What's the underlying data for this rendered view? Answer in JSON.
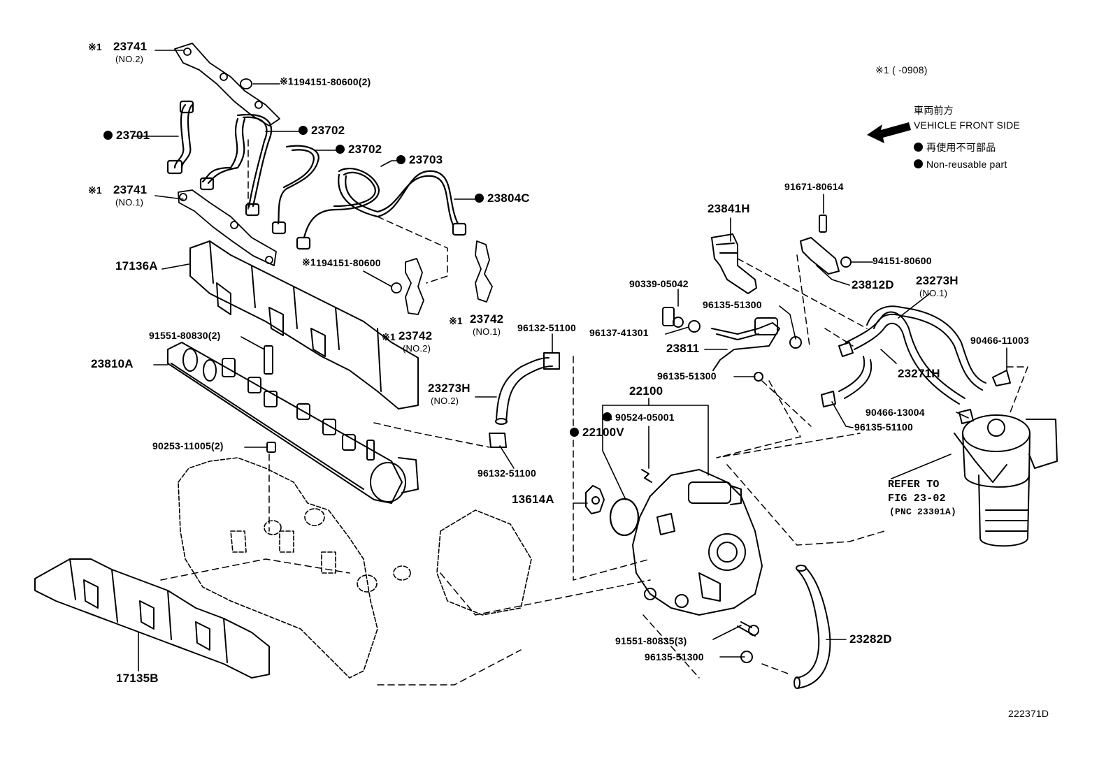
{
  "note": {
    "mark": "※1",
    "range": "( -0908)",
    "direction_jp": "車両前方",
    "direction_en": "VEHICLE FRONT SIDE",
    "nonreusable_jp": "再使用不可部品",
    "nonreusable_en": "Non-reusable part"
  },
  "refer": {
    "line1": "REFER TO",
    "line2": "FIG 23-02",
    "line3": "(PNC 23301A)"
  },
  "figure_id": "222371D",
  "labels": {
    "p23741_no2": "23741",
    "p23741_no2_sub": "(NO.2)",
    "p23741_no2_mark": "※1",
    "p194151_a": "194151-80600(2)",
    "p194151_a_mark": "※1",
    "p23701": "23701",
    "p23702_a": "23702",
    "p23702_b": "23702",
    "p23703": "23703",
    "p23804c": "23804C",
    "p23741_no1": "23741",
    "p23741_no1_sub": "(NO.1)",
    "p23741_no1_mark": "※1",
    "p17136a": "17136A",
    "p194151_b": "194151-80600",
    "p194151_b_mark": "※1",
    "p23742_no1": "23742",
    "p23742_no1_sub": "(NO.1)",
    "p23742_no1_mark": "※1",
    "p23742_no2": "23742",
    "p23742_no2_sub": "(NO.2)",
    "p23742_no2_mark": "※1",
    "p91551_80830": "91551-80830(2)",
    "p23810a": "23810A",
    "p90253": "90253-11005(2)",
    "p17135b": "17135B",
    "p96132_top": "96132-51100",
    "p23273h_no2": "23273H",
    "p23273h_no2_sub": "(NO.2)",
    "p96132_bot": "96132-51100",
    "p22100": "22100",
    "p90524": "90524-05001",
    "p22100v": "22100V",
    "p13614a": "13614A",
    "p90339": "90339-05042",
    "p96135_a": "96135-51300",
    "p96137": "96137-41301",
    "p23811": "23811",
    "p96135_b": "96135-51300",
    "p23841h": "23841H",
    "p91671": "91671-80614",
    "p94151": "94151-80600",
    "p23812d": "23812D",
    "p23273h_no1": "23273H",
    "p23273h_no1_sub": "(NO.1)",
    "p90466_11003": "90466-11003",
    "p23271h": "23271H",
    "p90466_13004": "90466-13004",
    "p96135_c": "96135-51100",
    "p91551_80835": "91551-80835(3)",
    "p96135_d": "96135-51300",
    "p23282d": "23282D"
  }
}
